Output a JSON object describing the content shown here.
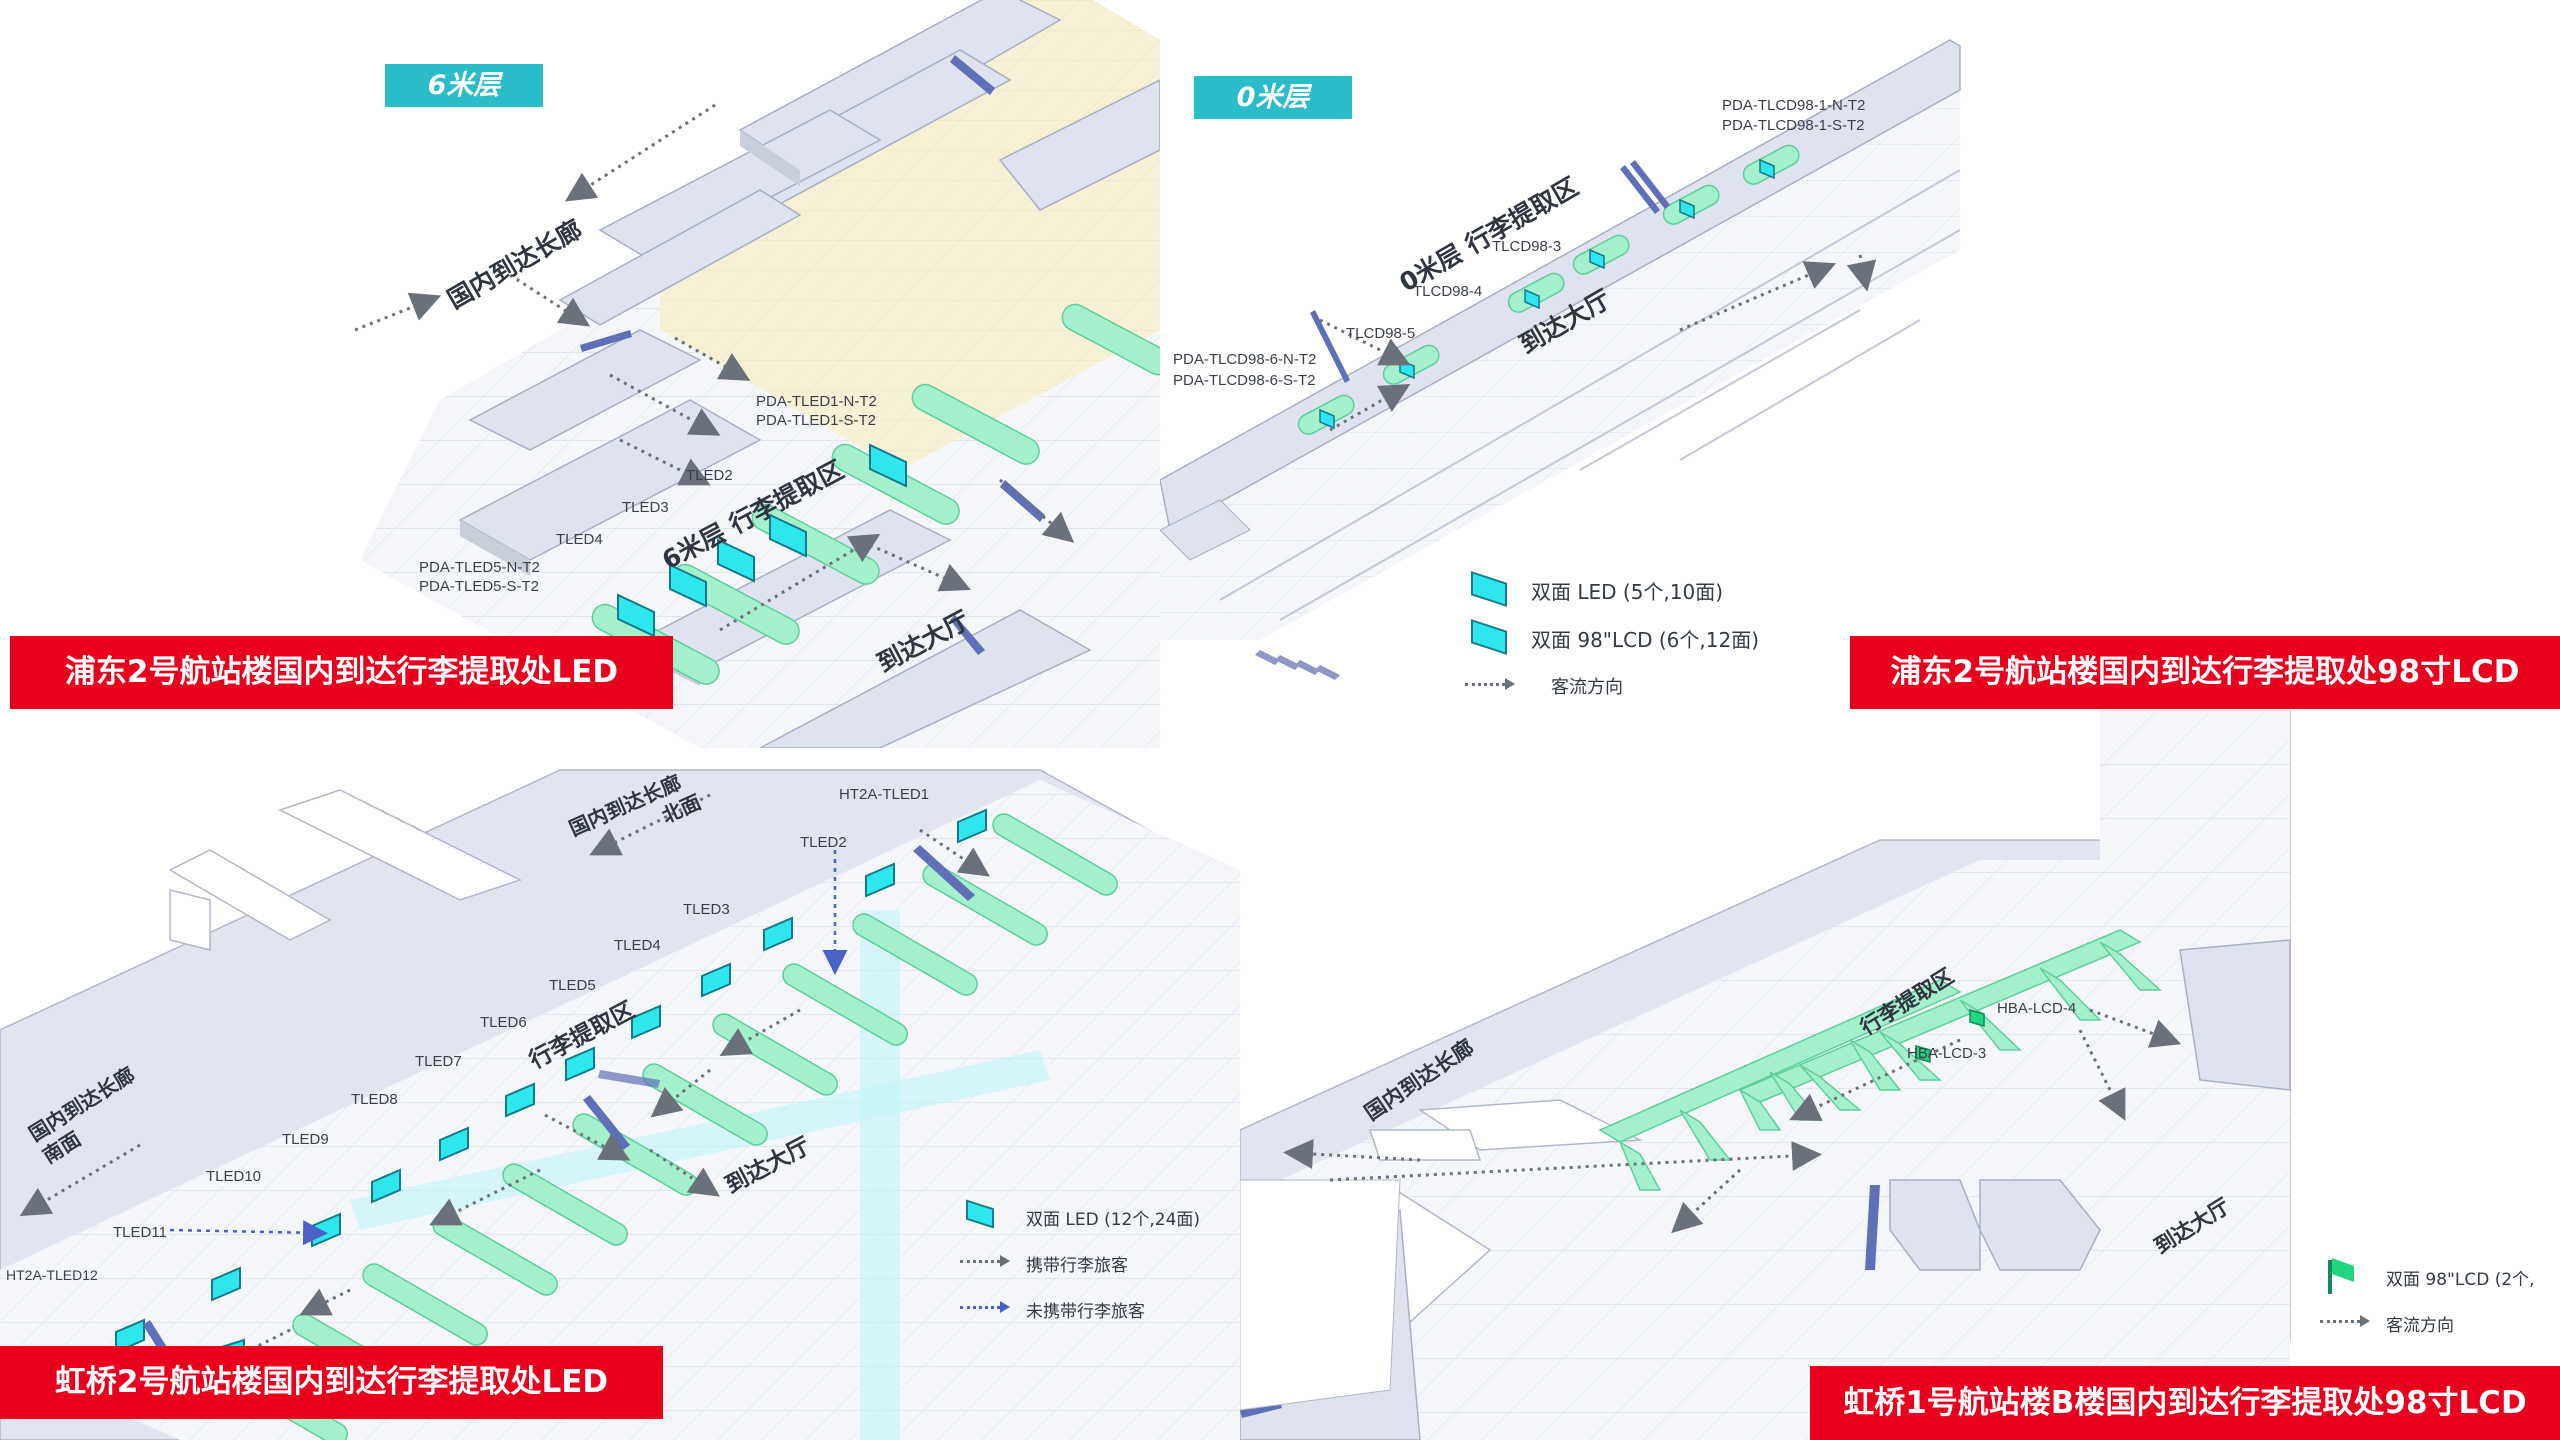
{
  "panels": {
    "tl": {
      "level_tag": "6米层",
      "banner": "浦东2号航站楼国内到达行李提取处LED",
      "zones": {
        "corridor": "国内到达长廊",
        "claim": "6米层 行李提取区",
        "hall": "到达大厅"
      },
      "labels": {
        "led1": [
          "PDA-TLED1-N-T2",
          "PDA-TLED1-S-T2"
        ],
        "led2": "TLED2",
        "led3": "TLED3",
        "led4": "TLED4",
        "led5": [
          "PDA-TLED5-N-T2",
          "PDA-TLED5-S-T2"
        ]
      }
    },
    "tr": {
      "level_tag": "0米层",
      "banner": "浦东2号航站楼国内到达行李提取处98寸LCD",
      "zones": {
        "claim": "0米层 行李提取区",
        "hall": "到达大厅"
      },
      "labels": {
        "lcd1": [
          "PDA-TLCD98-1-N-T2",
          "PDA-TLCD98-1-S-T2"
        ],
        "lcd3": "TLCD98-3",
        "lcd4": "TLCD98-4",
        "lcd5": "TLCD98-5",
        "lcd6": [
          "PDA-TLCD98-6-N-T2",
          "PDA-TLCD98-6-S-T2"
        ]
      },
      "legend": {
        "led": "双面 LED (5个,10面)",
        "lcd": "双面 98\"LCD (6个,12面)",
        "flow": "客流方向"
      }
    },
    "bl": {
      "banner": "虹桥2号航站楼国内到达行李提取处LED",
      "zones": {
        "corridor_n": [
          "国内到达长廊",
          "北面"
        ],
        "corridor_s": [
          "国内到达长廊",
          "南面"
        ],
        "claim": "行李提取区",
        "hall": "到达大厅"
      },
      "labels": {
        "led1": "HT2A-TLED1",
        "led2": "TLED2",
        "led3": "TLED3",
        "led4": "TLED4",
        "led5": "TLED5",
        "led6": "TLED6",
        "led7": "TLED7",
        "led8": "TLED8",
        "led9": "TLED9",
        "led10": "TLED10",
        "led11": "TLED11",
        "led12": "HT2A-TLED12"
      },
      "legend": {
        "led": "双面 LED (12个,24面)",
        "with_bag": "携带行李旅客",
        "no_bag": "未携带行李旅客"
      }
    },
    "br": {
      "banner": "虹桥1号航站楼B楼国内到达行李提取处98寸LCD",
      "zones": {
        "corridor": "国内到达长廊",
        "claim": "行李提取区",
        "hall": "到达大厅"
      },
      "labels": {
        "lcd4": "HBA-LCD-4",
        "lcd3": "HBA-LCD-3"
      },
      "legend": {
        "lcd": "双面 98\"LCD (2个,",
        "flow": "客流方向"
      }
    }
  },
  "colors": {
    "banner": "#e8001c",
    "level_tag": "#2bbcc9",
    "carousel": "#9ff2c9",
    "led_panel": "#2ee6ee",
    "lcd_flag": "#23d67e",
    "block": "#dfe3ef",
    "floor_grid": "#c9cfdb",
    "flow_with_bag": "#6b717a",
    "flow_no_bag": "#4a61c8"
  }
}
